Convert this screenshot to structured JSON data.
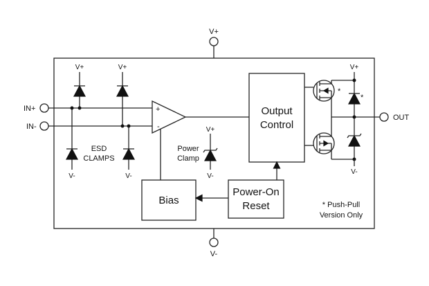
{
  "labels": {
    "vplus": "V+",
    "vminus": "V-",
    "in_plus": "IN+",
    "in_minus": "IN-",
    "out": "OUT",
    "opamp_plus": "+",
    "opamp_minus": "-",
    "esd_line1": "ESD",
    "esd_line2": "CLAMPS",
    "power_clamp_line1": "Power",
    "power_clamp_line2": "Clamp",
    "output_control_line1": "Output",
    "output_control_line2": "Control",
    "bias": "Bias",
    "power_on_line1": "Power-On",
    "power_on_line2": "Reset",
    "note_line1": "* Push-Pull",
    "note_line2": "Version Only",
    "asterisk": "*"
  }
}
